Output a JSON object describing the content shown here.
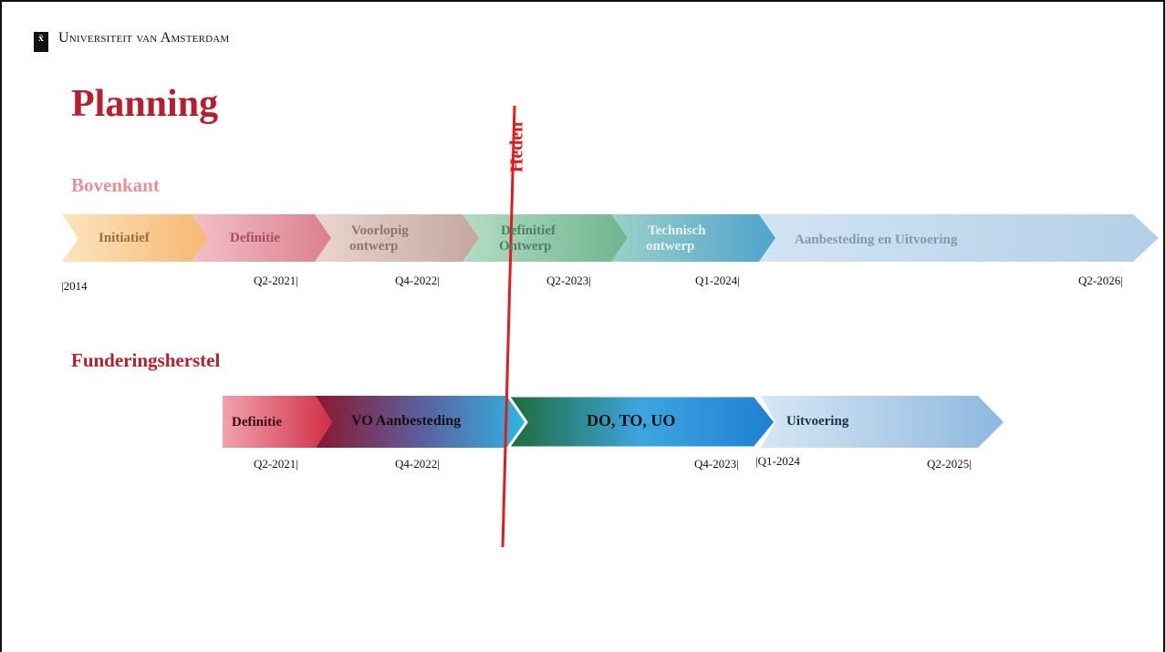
{
  "header": {
    "logo_glyph": "ẍ",
    "university": "Universiteit van Amsterdam"
  },
  "title": "Planning",
  "heden_label": "Heden",
  "bovenkant": {
    "heading": "Bovenkant",
    "phases": [
      {
        "line1": "Initiatief",
        "line2": "",
        "color": "#f9c98a"
      },
      {
        "line1": "Definitie",
        "line2": "",
        "color": "#e4909e"
      },
      {
        "line1": "Voorlopig",
        "line2": "ontwerp",
        "color": "#cfb5ad"
      },
      {
        "line1": "Definitief",
        "line2": "Ontwerp",
        "color": "#86c3a3"
      },
      {
        "line1": "Technisch",
        "line2": "ontwerp",
        "color": "#6fb6cf"
      },
      {
        "line1": "Aanbesteding en Uitvoering",
        "line2": "",
        "color": "#b9d4ea"
      }
    ],
    "milestones": [
      "|2014",
      "Q2-2021|",
      "Q4-2022|",
      "Q2-2023|",
      "Q1-2024|",
      "Q2-2026|"
    ]
  },
  "funderingsherstel": {
    "heading": "Funderingsherstel",
    "phases": [
      {
        "label": "Definitie",
        "color": "#d43b4e"
      },
      {
        "label": "VO Aanbesteding",
        "color": "#3fa7dc"
      },
      {
        "label": "DO, TO, UO",
        "color": "#2e8fd6"
      },
      {
        "label": "Uitvoering",
        "color": "#9fc3e2"
      }
    ],
    "milestones": [
      "Q2-2021|",
      "Q4-2022|",
      "Q4-2023|",
      "|Q1-2024",
      "Q2-2025|"
    ]
  }
}
